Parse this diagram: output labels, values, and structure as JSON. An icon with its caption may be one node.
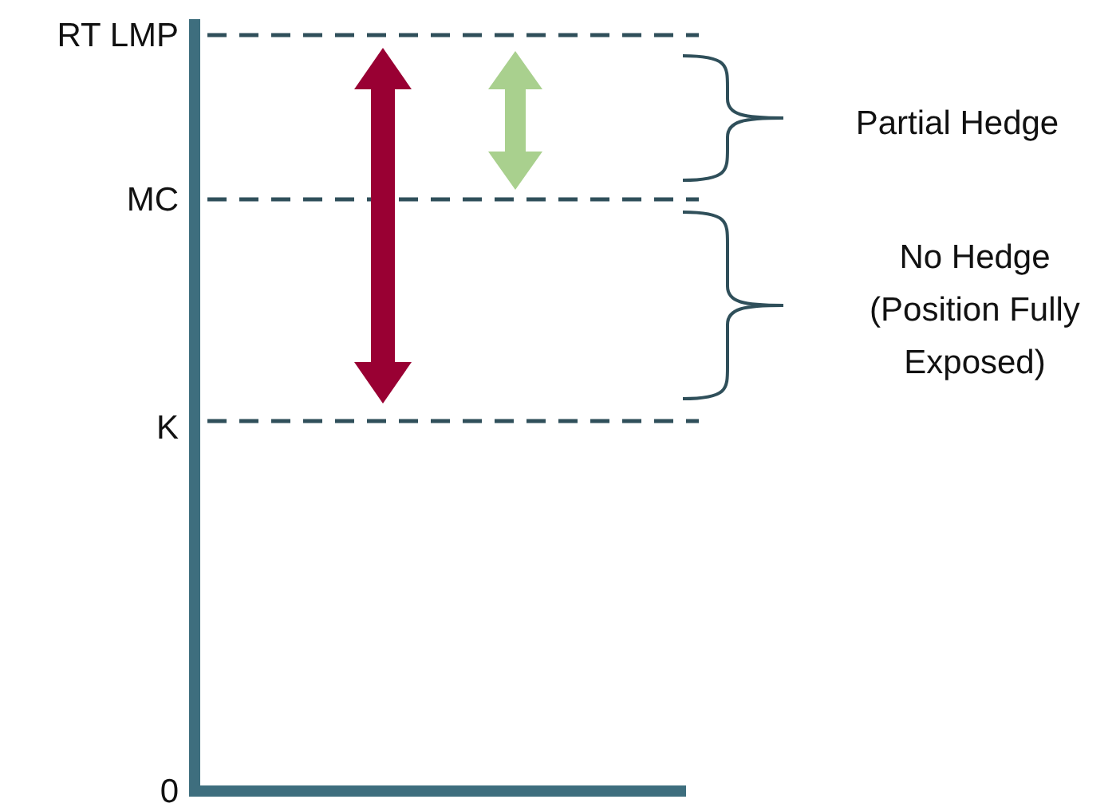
{
  "diagram": {
    "labels": [
      "RT LMP",
      "MC",
      "K",
      "0",
      "Partial Hedge",
      "No Hedge (Position Fully Exposed)"
    ]
  }
}
